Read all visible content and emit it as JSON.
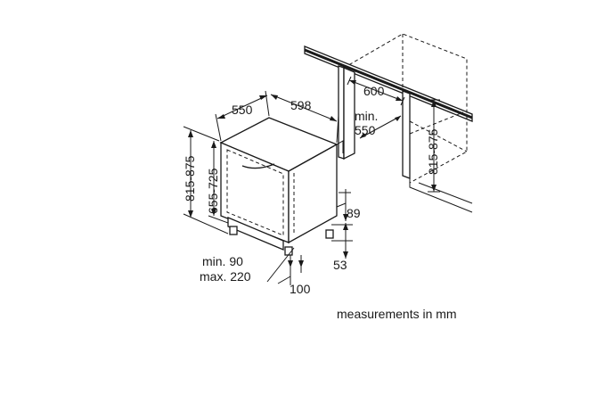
{
  "dimensions": {
    "depth": "550",
    "width": "598",
    "niche_width": "600",
    "niche_min_depth_prefix": "min.",
    "niche_min_depth": "550",
    "niche_height": "815-875",
    "height_range_outer": "815-875",
    "height_range_inner": "655-725",
    "plinth_height": "89",
    "foot_height": "53",
    "plinth_min": "min. 90",
    "plinth_max": "max. 220",
    "foot_depth": "100"
  },
  "caption": "measurements in mm"
}
